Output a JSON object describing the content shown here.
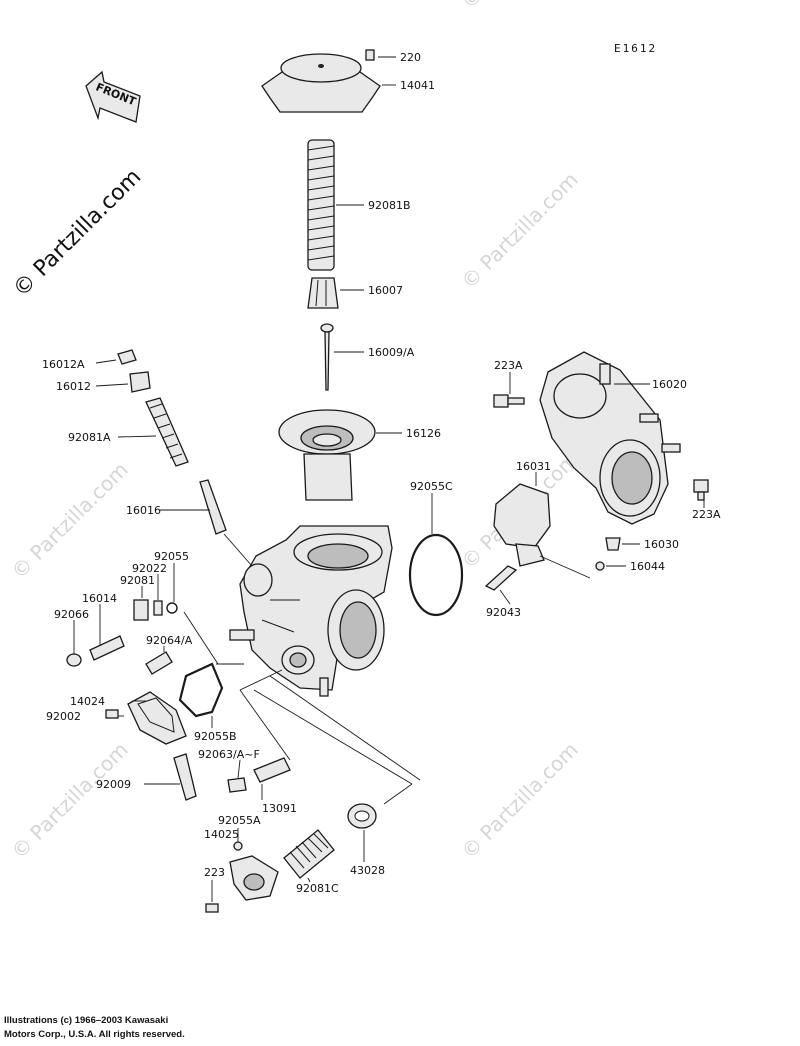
{
  "diagram": {
    "code": "E1612",
    "front_arrow": "FRONT",
    "watermark_main": "© Partzilla.com",
    "watermark_faint": "© Partzilla.com",
    "copyright_line1": "Illustrations (c) 1966–2003 Kawasaki",
    "copyright_line2": "Motors Corp., U.S.A.  All rights reserved."
  },
  "labels": {
    "p220": "220",
    "p14041": "14041",
    "p92081B": "92081B",
    "p16007": "16007",
    "p16009A": "16009/A",
    "p16012A": "16012A",
    "p16012": "16012",
    "p92081A": "92081A",
    "p16126": "16126",
    "p16016": "16016",
    "p92055C": "92055C",
    "p223A_top": "223A",
    "p16020": "16020",
    "p16031": "16031",
    "p223A_right": "223A",
    "p16030": "16030",
    "p16044": "16044",
    "p92043": "92043",
    "p92055": "92055",
    "p92022": "92022",
    "p92081": "92081",
    "p16014": "16014",
    "p92066": "92066",
    "p92064A": "92064/A",
    "p14024": "14024",
    "p92002": "92002",
    "p92055B": "92055B",
    "p92009": "92009",
    "p92063AF": "92063/A~F",
    "p13091": "13091",
    "p92055A": "92055A",
    "p14025": "14025",
    "p223": "223",
    "p92081C": "92081C",
    "p43028": "43028"
  }
}
